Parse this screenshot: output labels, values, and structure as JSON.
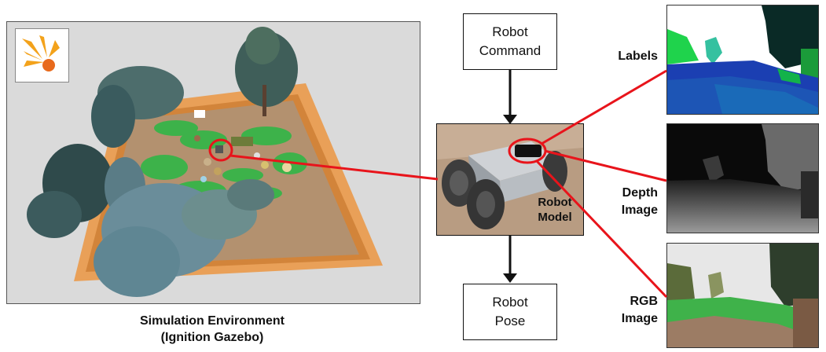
{
  "simulation": {
    "caption_line1": "Simulation Environment",
    "caption_line2": "(Ignition Gazebo)",
    "logo_icon": "ignition-logo-icon"
  },
  "robot_command": {
    "line1": "Robot",
    "line2": "Command"
  },
  "robot_pose": {
    "line1": "Robot",
    "line2": "Pose"
  },
  "robot_model": {
    "line1": "Robot",
    "line2": "Model"
  },
  "outputs": {
    "labels": {
      "line1": "Labels"
    },
    "depth": {
      "line1": "Depth",
      "line2": "Image"
    },
    "rgb": {
      "line1": "RGB",
      "line2": "Image"
    }
  },
  "colors": {
    "highlight": "#e8141b",
    "arrow": "#111111",
    "wall": "#e89a4e",
    "ground": "#b08a6a",
    "grass": "#3bb44a",
    "tree": "#3d5a55"
  }
}
